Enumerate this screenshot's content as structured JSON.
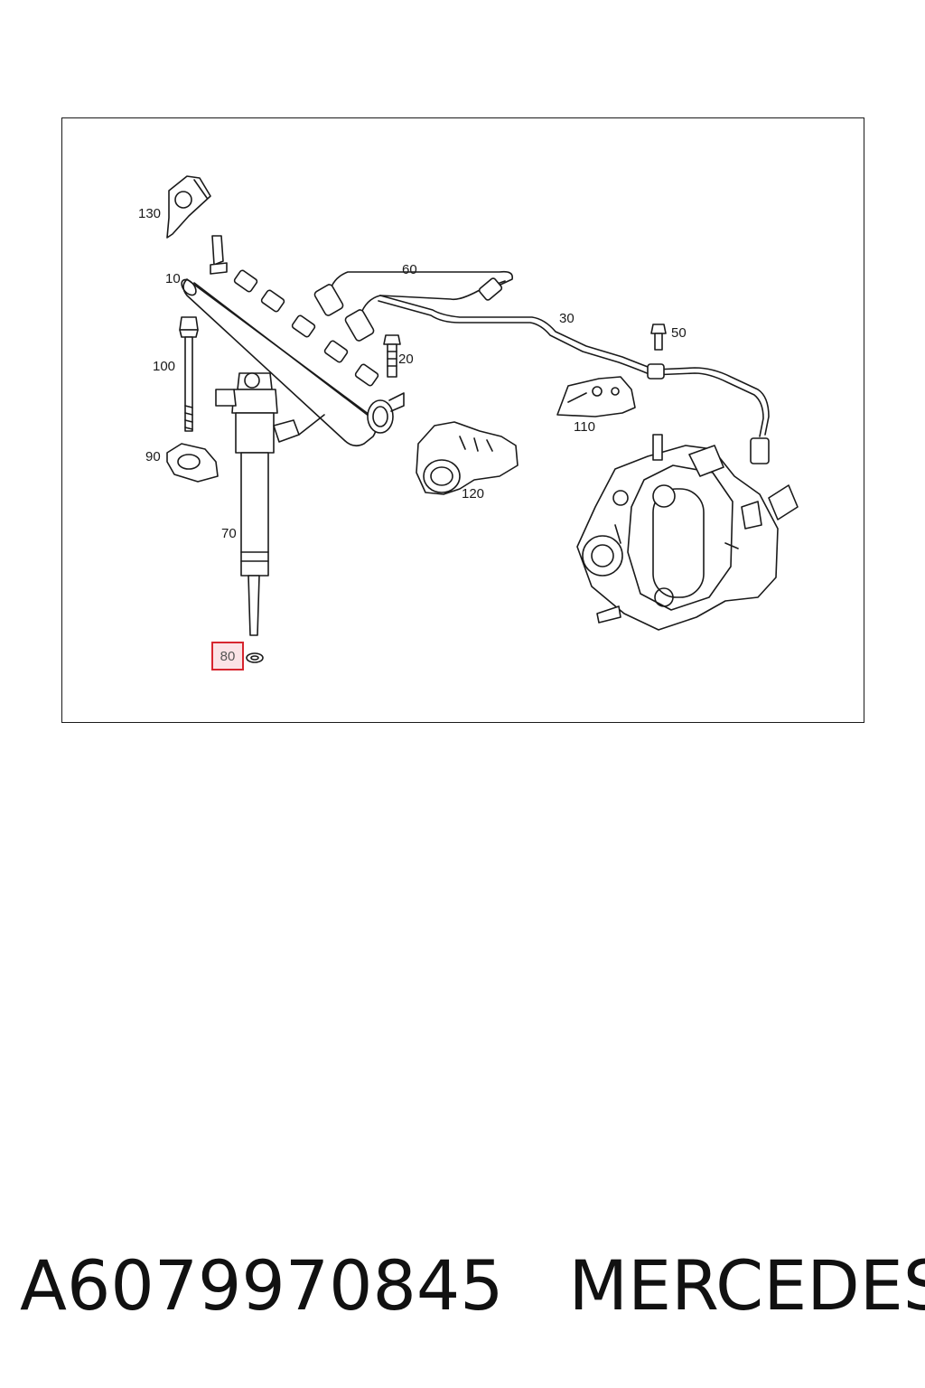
{
  "diagram": {
    "callouts": [
      {
        "id": "130",
        "label": "130"
      },
      {
        "id": "10",
        "label": "10"
      },
      {
        "id": "60",
        "label": "60"
      },
      {
        "id": "30",
        "label": "30"
      },
      {
        "id": "50",
        "label": "50"
      },
      {
        "id": "100",
        "label": "100"
      },
      {
        "id": "20",
        "label": "20"
      },
      {
        "id": "110",
        "label": "110"
      },
      {
        "id": "90",
        "label": "90"
      },
      {
        "id": "120",
        "label": "120"
      },
      {
        "id": "70",
        "label": "70"
      },
      {
        "id": "80",
        "label": "80",
        "highlighted": true
      }
    ],
    "highlight_color": "#d7262f",
    "highlight_fill": "#fbe3e6",
    "line_color": "#1a1a1a"
  },
  "footer": {
    "part_number": "A6079970845",
    "brand": "MERCEDES"
  }
}
